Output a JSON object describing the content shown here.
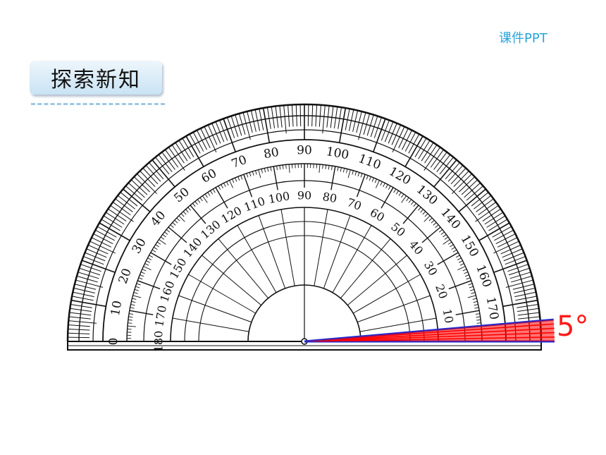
{
  "header": {
    "brand": "课件PPT",
    "section_title": "探索新知"
  },
  "angle": {
    "degrees": 5,
    "label": "5°",
    "mark_color": "#ff0000",
    "ray_color": "#1a2ad6"
  },
  "protractor": {
    "outer_labels": [
      "0",
      "10",
      "20",
      "30",
      "40",
      "50",
      "60",
      "70",
      "80",
      "90",
      "100",
      "110",
      "120",
      "130",
      "140",
      "150",
      "160",
      "170"
    ],
    "inner_labels": [
      "180",
      "170",
      "160",
      "150",
      "140",
      "130",
      "120",
      "110",
      "100",
      "90",
      "80",
      "70",
      "60",
      "50",
      "40",
      "30",
      "20",
      "10"
    ]
  },
  "colors": {
    "brand": "#29a3dc",
    "badge_top": "#eef6fb",
    "badge_bottom": "#c9e3f4",
    "dash": "#9ec8e4"
  }
}
